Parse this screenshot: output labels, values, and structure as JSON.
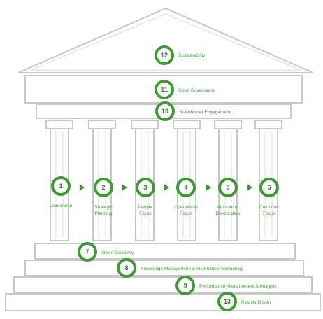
{
  "colors": {
    "accent": "#3f9a34",
    "outline": "#c8c8c8",
    "fill": "#ffffff"
  },
  "roof": {
    "sustainability": {
      "num": "12",
      "label": "Sustainability"
    },
    "governance": {
      "num": "11",
      "label": "Good Governance"
    },
    "stakeholder": {
      "num": "10",
      "label": "Stakeholder Engagement"
    }
  },
  "pillars": [
    {
      "num": "1",
      "lines": [
        "Leadership"
      ]
    },
    {
      "num": "2",
      "lines": [
        "Strategic",
        "Planning"
      ]
    },
    {
      "num": "3",
      "lines": [
        "People",
        "Focus"
      ]
    },
    {
      "num": "4",
      "lines": [
        "Operational",
        "Focus"
      ]
    },
    {
      "num": "5",
      "lines": [
        "Innovation",
        "Deliberation"
      ]
    },
    {
      "num": "6",
      "lines": [
        "Customer",
        "Focus"
      ]
    }
  ],
  "steps": [
    {
      "num": "7",
      "label": "Green Economy"
    },
    {
      "num": "8",
      "label": "Knowledge Management & Information Technology"
    },
    {
      "num": "9",
      "label": "Performance Measurement & Analysis"
    },
    {
      "num": "13",
      "label": "Results Driven"
    }
  ]
}
